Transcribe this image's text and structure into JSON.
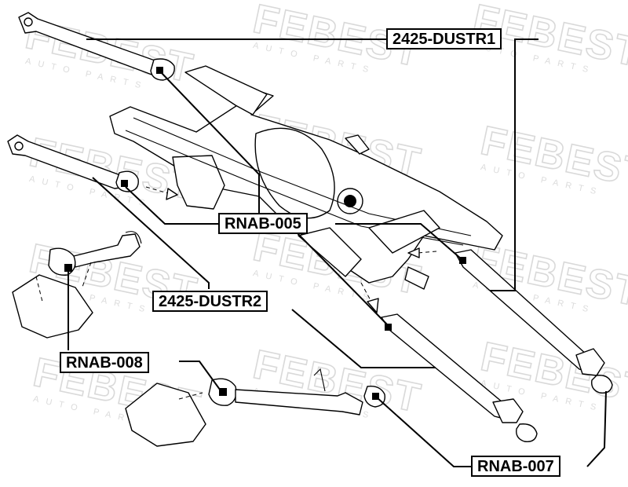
{
  "watermark": {
    "brand": "FEBEST",
    "tagline": "AUTO PARTS"
  },
  "callouts": {
    "dustr1": "2425-DUSTR1",
    "dustr2": "2425-DUSTR2",
    "rnab005": "RNAB-005",
    "rnab008": "RNAB-008",
    "rnab007": "RNAB-007"
  }
}
